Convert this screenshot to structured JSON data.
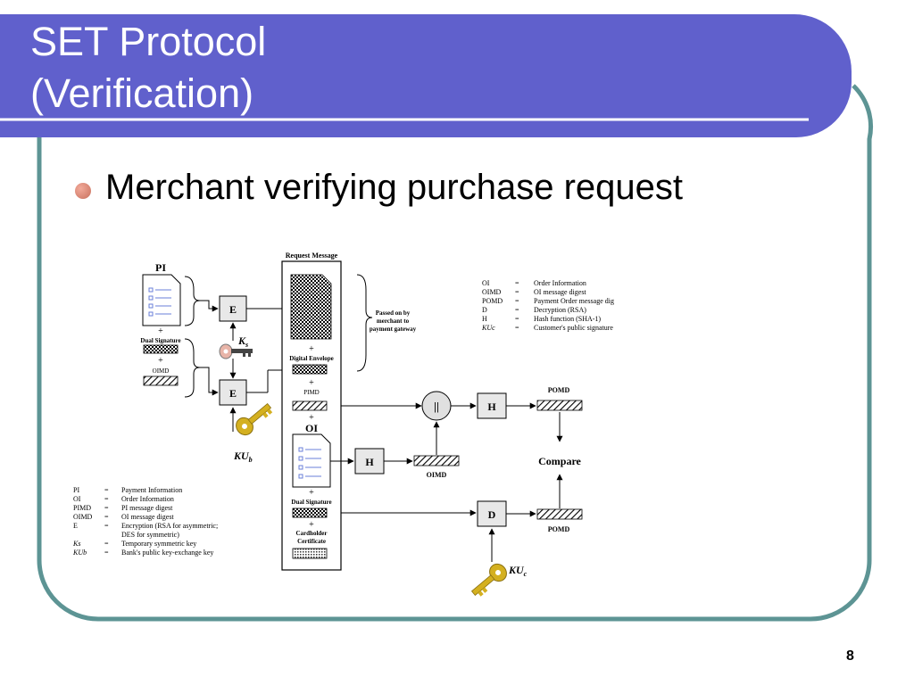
{
  "slide": {
    "title_line1": "SET Protocol",
    "title_line2": "(Verification)",
    "bullet": "Merchant verifying purchase request",
    "page_number": "8",
    "colors": {
      "header": "#6060cc",
      "frame": "#5d9494",
      "bullet": "#c8715e"
    }
  },
  "diagram": {
    "request_message": "Request Message",
    "pi": "PI",
    "dual_signature": "Dual Signature",
    "oimd": "OIMD",
    "e": "E",
    "ks_sym": "K",
    "ks_sub": "s",
    "kub_sym": "KU",
    "kub_sub": "b",
    "kuc_sym": "KU",
    "kuc_sub": "c",
    "plus": "+",
    "digital_envelope": "Digital Envelope",
    "passed_on_1": "Passed on by",
    "passed_on_2": "merchant to",
    "passed_on_3": "payment gateway",
    "pimd": "PIMD",
    "oi": "OI",
    "cardholder_1": "Cardholder",
    "cardholder_2": "Certificate",
    "concat": "||",
    "h": "H",
    "d": "D",
    "pomd": "POMD",
    "compare": "Compare",
    "legend_top": [
      {
        "abbr": "OI",
        "eq": "=",
        "desc": "Order Information"
      },
      {
        "abbr": "OIMD",
        "eq": "=",
        "desc": "OI message digest"
      },
      {
        "abbr": "POMD",
        "eq": "=",
        "desc": "Payment Order message dig"
      },
      {
        "abbr": "D",
        "eq": "=",
        "desc": "Decryption (RSA)"
      },
      {
        "abbr": "H",
        "eq": "=",
        "desc": "Hash function (SHA-1)"
      },
      {
        "abbr": "KUc",
        "eq": "=",
        "desc": "Customer's public signature"
      }
    ],
    "legend_bottom": [
      {
        "abbr": "PI",
        "eq": "=",
        "desc": "Payment Information"
      },
      {
        "abbr": "OI",
        "eq": "=",
        "desc": "Order Information"
      },
      {
        "abbr": "PIMD",
        "eq": "=",
        "desc": "PI message digest"
      },
      {
        "abbr": "OIMD",
        "eq": "=",
        "desc": "OI message digest"
      },
      {
        "abbr": "E",
        "eq": "=",
        "desc": "Encryption (RSA for asymmetric;"
      },
      {
        "abbr": "",
        "eq": "",
        "desc": "DES for symmetric)"
      },
      {
        "abbr": "Ks",
        "eq": "=",
        "desc": "Temporary symmetric key"
      },
      {
        "abbr": "KUb",
        "eq": "=",
        "desc": "Bank's public key-exchange key"
      }
    ]
  }
}
